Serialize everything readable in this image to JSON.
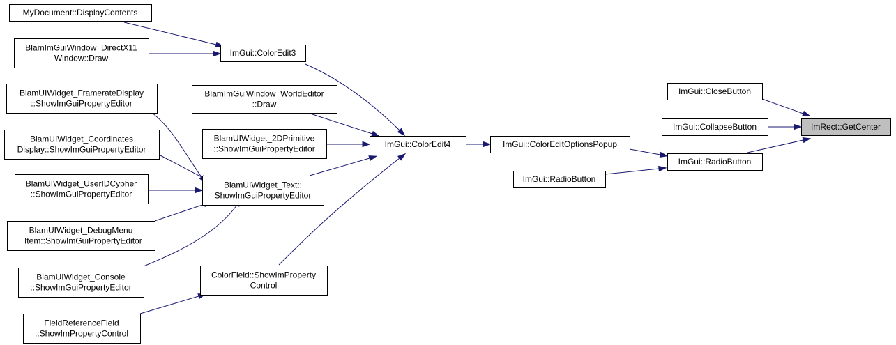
{
  "graph": {
    "colors": {
      "edge": "#191970",
      "node_border": "#000000",
      "node_fill": "#ffffff",
      "root_fill": "#bfbfbf"
    },
    "nodes": [
      {
        "id": "n0",
        "lines": [
          "ImRect::GetCenter"
        ],
        "root": true
      },
      {
        "id": "n1",
        "lines": [
          "ImGui::CloseButton"
        ]
      },
      {
        "id": "n2",
        "lines": [
          "ImGui::CollapseButton"
        ]
      },
      {
        "id": "n3",
        "lines": [
          "ImGui::RadioButton"
        ]
      },
      {
        "id": "n4",
        "lines": [
          "ImGui::ColorEditOptionsPopup"
        ]
      },
      {
        "id": "n5",
        "lines": [
          "ImGui::ColorEdit4"
        ]
      },
      {
        "id": "n6",
        "lines": [
          "ImGui::ColorEdit3"
        ]
      },
      {
        "id": "n7",
        "lines": [
          "MyDocument::DisplayContents"
        ]
      },
      {
        "id": "n8",
        "lines": [
          "BlamImGuiWindow_DirectX11",
          "Window::Draw"
        ]
      },
      {
        "id": "n9",
        "lines": [
          "BlamImGuiWindow_WorldEditor",
          "::Draw"
        ]
      },
      {
        "id": "n10",
        "lines": [
          "BlamUIWidget_2DPrimitive",
          "::ShowImGuiPropertyEditor"
        ]
      },
      {
        "id": "n11",
        "lines": [
          "BlamUIWidget_Text::",
          "ShowImGuiPropertyEditor"
        ]
      },
      {
        "id": "n12",
        "lines": [
          "BlamUIWidget_FramerateDisplay",
          "::ShowImGuiPropertyEditor"
        ]
      },
      {
        "id": "n13",
        "lines": [
          "BlamUIWidget_Coordinates",
          "Display::ShowImGuiPropertyEditor"
        ]
      },
      {
        "id": "n14",
        "lines": [
          "BlamUIWidget_UserIDCypher",
          "::ShowImGuiPropertyEditor"
        ]
      },
      {
        "id": "n15",
        "lines": [
          "BlamUIWidget_DebugMenu",
          "_Item::ShowImGuiPropertyEditor"
        ]
      },
      {
        "id": "n16",
        "lines": [
          "BlamUIWidget_Console",
          "::ShowImGuiPropertyEditor"
        ]
      },
      {
        "id": "n17",
        "lines": [
          "ColorField::ShowImProperty",
          "Control"
        ]
      },
      {
        "id": "n18",
        "lines": [
          "FieldReferenceField",
          "::ShowImPropertyControl"
        ]
      },
      {
        "id": "n19",
        "lines": [
          "ImGui::RadioButton"
        ]
      }
    ],
    "edges": [
      {
        "from": "n1",
        "to": "n0"
      },
      {
        "from": "n2",
        "to": "n0"
      },
      {
        "from": "n3",
        "to": "n0"
      },
      {
        "from": "n4",
        "to": "n3"
      },
      {
        "from": "n19",
        "to": "n3"
      },
      {
        "from": "n5",
        "to": "n4"
      },
      {
        "from": "n6",
        "to": "n5"
      },
      {
        "from": "n9",
        "to": "n5"
      },
      {
        "from": "n10",
        "to": "n5"
      },
      {
        "from": "n11",
        "to": "n5"
      },
      {
        "from": "n17",
        "to": "n5"
      },
      {
        "from": "n7",
        "to": "n6"
      },
      {
        "from": "n8",
        "to": "n6"
      },
      {
        "from": "n12",
        "to": "n11"
      },
      {
        "from": "n13",
        "to": "n11"
      },
      {
        "from": "n14",
        "to": "n11"
      },
      {
        "from": "n15",
        "to": "n11"
      },
      {
        "from": "n16",
        "to": "n11"
      },
      {
        "from": "n18",
        "to": "n17"
      }
    ]
  }
}
